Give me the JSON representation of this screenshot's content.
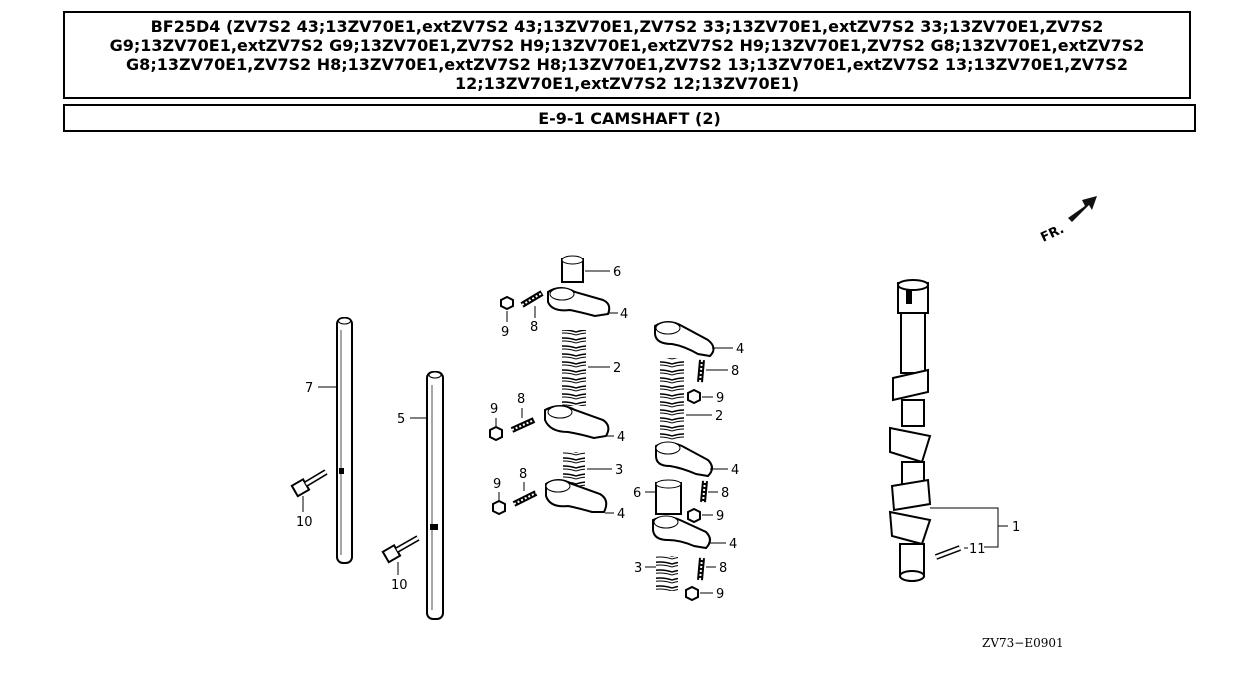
{
  "header": {
    "title": "BF25D4 (ZV7S2 43;13ZV70E1,extZV7S2 43;13ZV70E1,ZV7S2 33;13ZV70E1,extZV7S2 33;13ZV70E1,ZV7S2 G9;13ZV70E1,extZV7S2 G9;13ZV70E1,ZV7S2 H9;13ZV70E1,extZV7S2 H9;13ZV70E1,ZV7S2 G8;13ZV70E1,extZV7S2 G8;13ZV70E1,ZV7S2 H8;13ZV70E1,extZV7S2 H8;13ZV70E1,ZV7S2 13;13ZV70E1,extZV7S2 13;13ZV70E1,ZV7S2 12;13ZV70E1,extZV7S2 12;13ZV70E1)",
    "section": "E-9-1 CAMSHAFT (2)"
  },
  "diagram": {
    "fr_label": "FR.",
    "code": "ZV73−E0901",
    "callouts": {
      "c1": "1",
      "c2a": "2",
      "c2b": "2",
      "c3a": "3",
      "c3b": "3",
      "c4a": "4",
      "c4b": "4",
      "c4c": "4",
      "c4d": "4",
      "c4e": "4",
      "c4f": "4",
      "c5": "5",
      "c6a": "6",
      "c6b": "6",
      "c7": "7",
      "c8a": "8",
      "c8b": "8",
      "c8c": "8",
      "c8d": "8",
      "c8e": "8",
      "c8f": "8",
      "c9a": "9",
      "c9b": "9",
      "c9c": "9",
      "c9d": "9",
      "c9e": "9",
      "c9f": "9",
      "c10a": "10",
      "c10b": "10",
      "c11": "11"
    }
  }
}
